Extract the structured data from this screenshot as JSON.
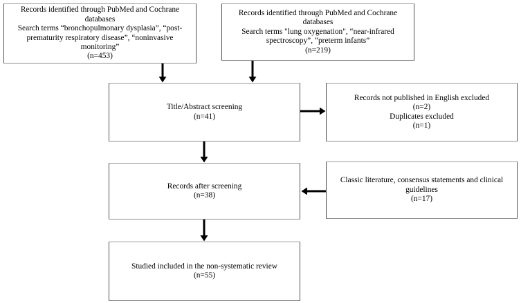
{
  "colors": {
    "background": "#ffffff",
    "box_border": "#4f4f4f",
    "arrow": "#000000",
    "text": "#000000"
  },
  "flowchart": {
    "boxes": [
      {
        "id": "source-left",
        "text": "Records identified through PubMed and Cochrane\ndatabases\nSearch terms “bronchopulmonary dysplasia”, “post-\nprematurity respiratory disease”, “noninvasive\nmonitoring”\n(n=453)",
        "n": 453
      },
      {
        "id": "source-right",
        "text": "Records identified through PubMed and Cochrane\ndatabases\nSearch terms \"lung oxygenation\", “near-infrared\nspectroscopy”, “preterm infants”\n(n=219)",
        "n": 219
      },
      {
        "id": "title-abstract-screening",
        "text": "Title/Abstract screening\n(n=41)",
        "n": 41
      },
      {
        "id": "excluded-records",
        "text": "Records not published in English excluded\n(n=2)\nDuplicates excluded\n(n=1)",
        "n_not_english": 2,
        "n_duplicates": 1
      },
      {
        "id": "records-after-screening",
        "text": "Records after screening\n(n=38)",
        "n": 38
      },
      {
        "id": "classic-literature",
        "text": "Classic literature, consensus statements and clinical\nguidelines\n(n=17)",
        "n": 17
      },
      {
        "id": "included-review",
        "text": "Studied included in the non-systematic review\n(n=55)",
        "n": 55
      }
    ]
  }
}
